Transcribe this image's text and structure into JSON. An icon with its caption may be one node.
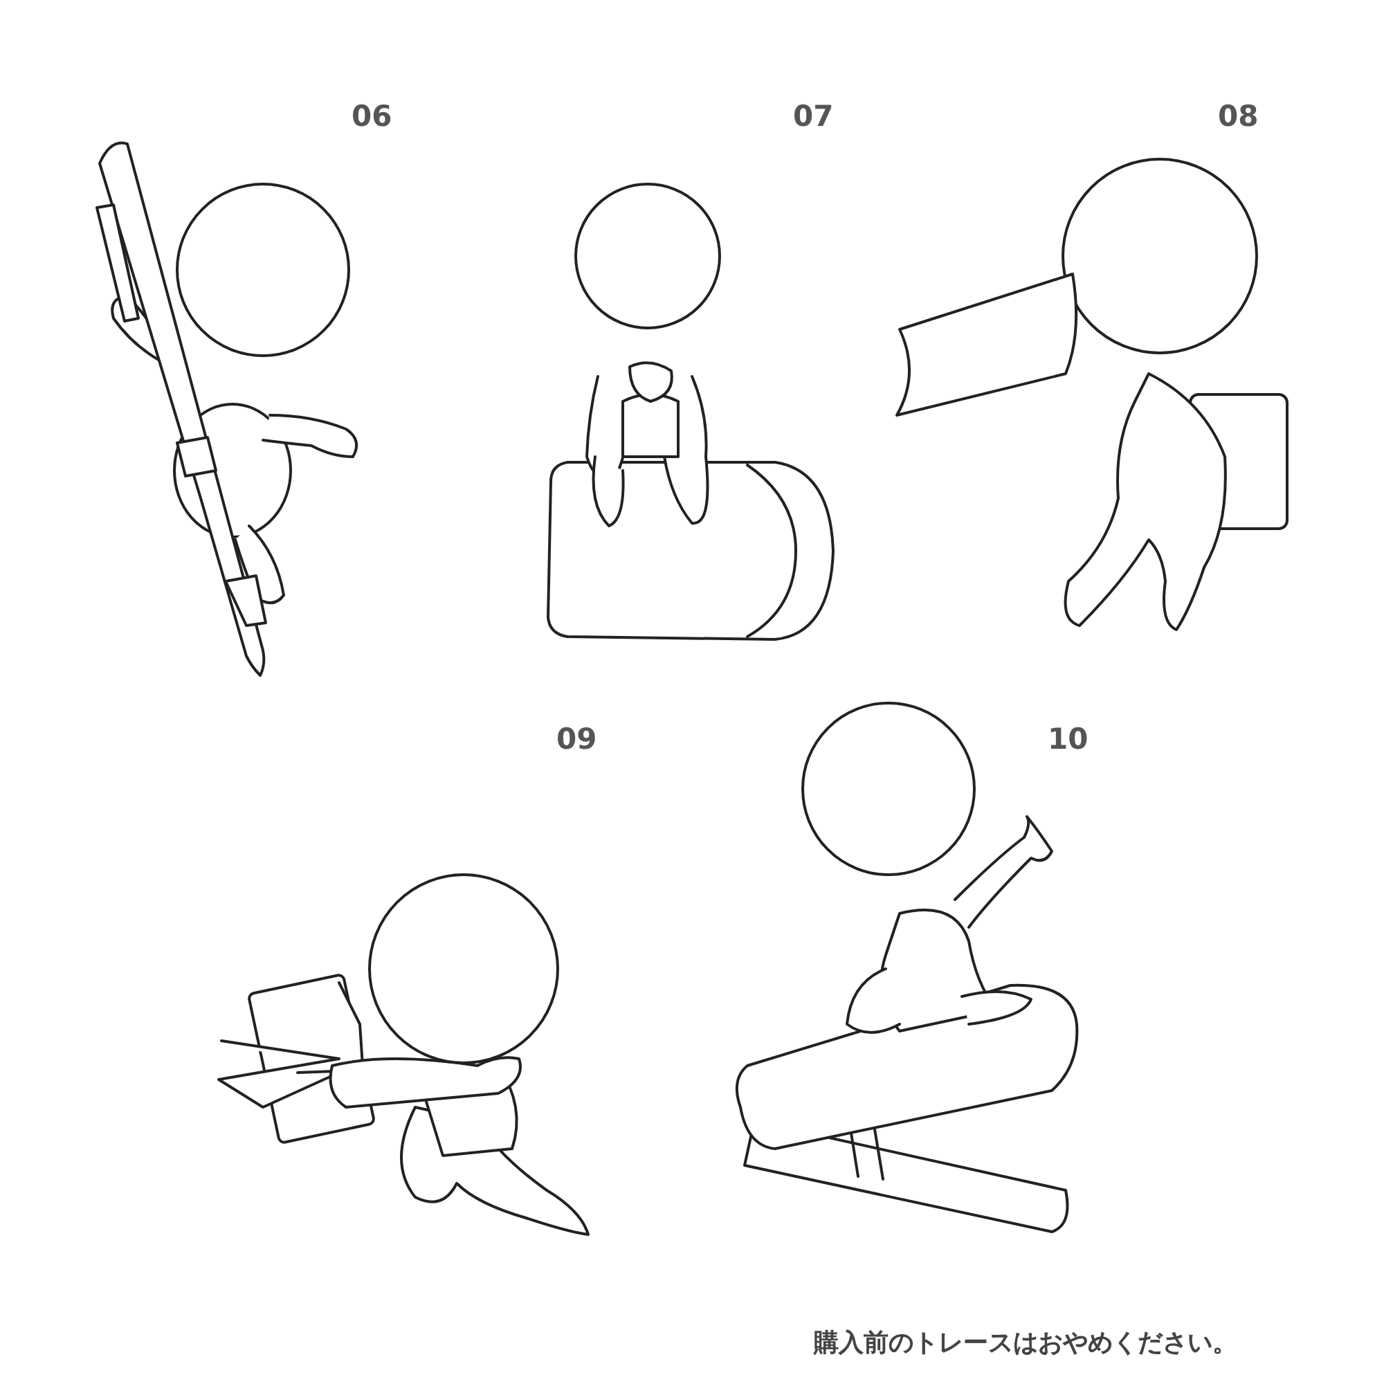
{
  "diagram": {
    "labels": [
      "06",
      "07",
      "08",
      "09",
      "10",
      "購入前のトレースはおやめください。"
    ]
  }
}
